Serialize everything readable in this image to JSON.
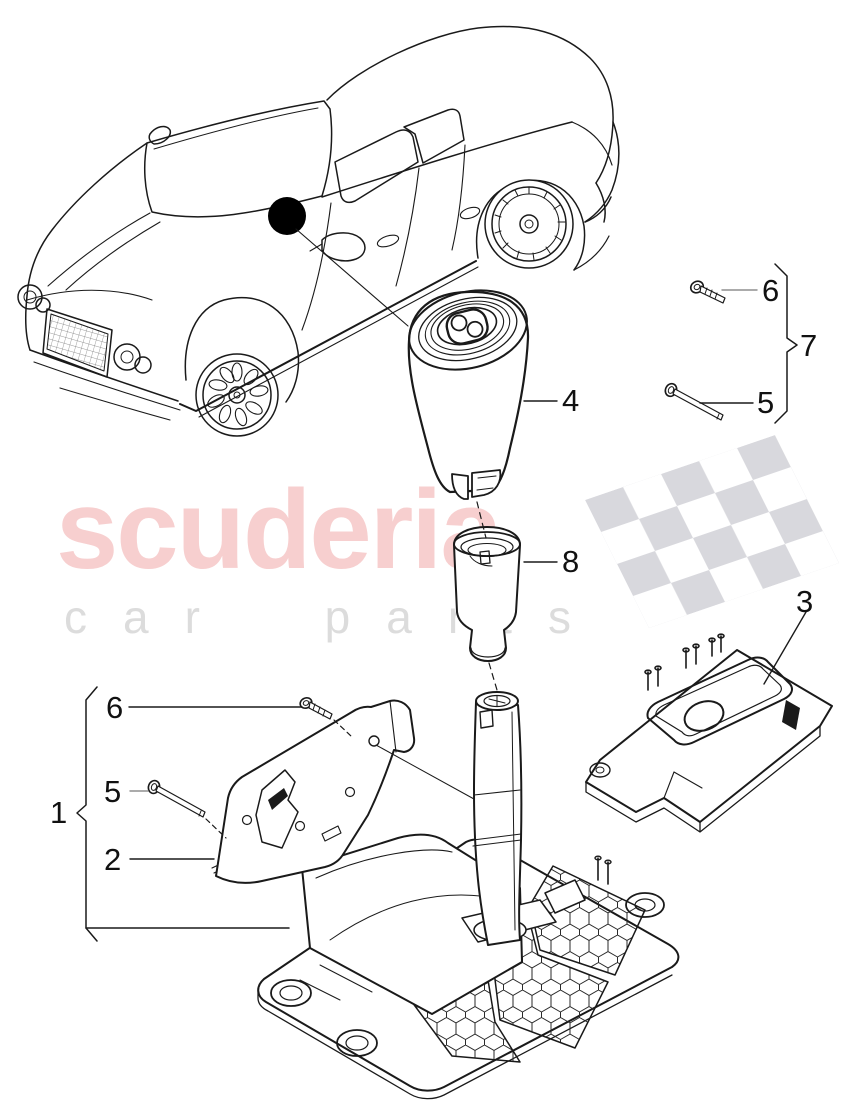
{
  "watermark": {
    "brand": "scuderia",
    "tagline": "car parts"
  },
  "callouts": {
    "group_left": "1",
    "cover_plate": "2",
    "mounting_frame": "3",
    "gear_knob": "4",
    "screw_long_left": "5",
    "screw_short_left": "6",
    "screw_long_right": "5",
    "screw_short_right": "6",
    "screw_group_right": "7",
    "boot_sleeve": "8"
  },
  "colors": {
    "line": "#1a1a1a",
    "watermark_pink": "#f7cfcf",
    "watermark_gray": "#dcdcdc",
    "flag_gray": "#d8d8dd",
    "leader_gray": "#8f8f8f",
    "location_dot": "#000000"
  }
}
